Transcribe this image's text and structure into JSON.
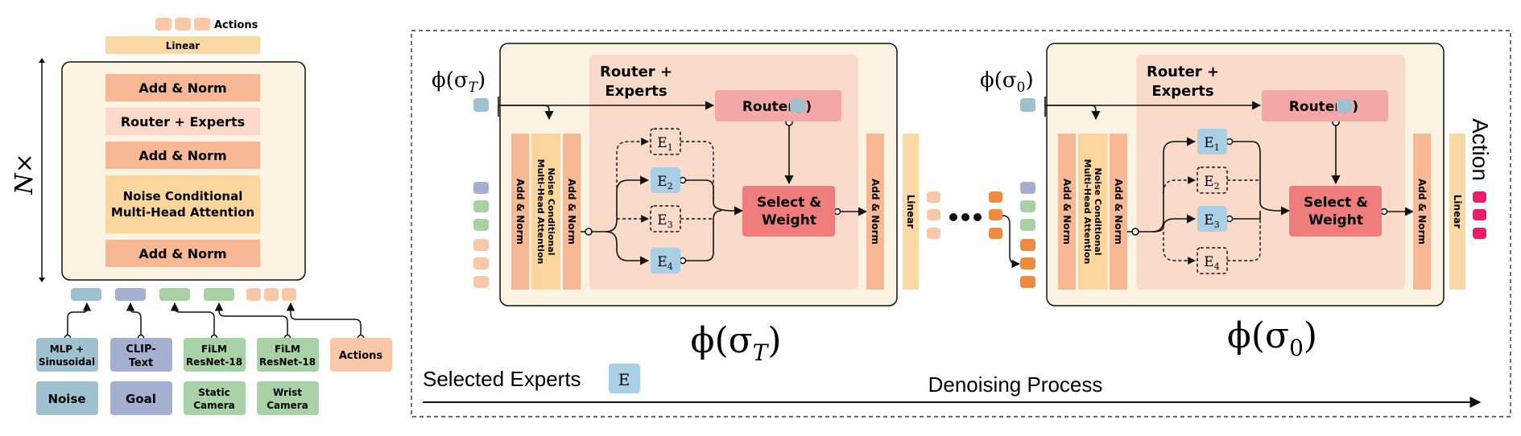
{
  "colors": {
    "linear": "#fbd9a4",
    "add_norm": "#f7b893",
    "router_experts": "#fbd8c7",
    "attention": "#fcd69c",
    "outer_panel": "#fdf3e3",
    "router_panel": "#fadbc9",
    "router_box": "#f4a7a7",
    "select_weight": "#ee7d7c",
    "expert_blue": "#a9cfe6",
    "noise_blue": "#9fc1cf",
    "goal_purple": "#a5afcf",
    "camera_green": "#a9d1a6",
    "action_peach": "#f8c8a8",
    "action_orange": "#f08a3f",
    "action_pink": "#ea1d6b"
  },
  "left": {
    "actions_label": "Actions",
    "linear_label": "Linear",
    "n_times": "N×",
    "add_norm_top": "Add & Norm",
    "router_experts": "Router + Experts",
    "add_norm_mid": "Add & Norm",
    "attention_line1": "Noise Conditional",
    "attention_line2": "Multi-Head Attention",
    "add_norm_bottom": "Add & Norm",
    "encoders": [
      {
        "line1": "MLP +",
        "line2": "Sinusoidal"
      },
      {
        "line1": "CLIP-",
        "line2": "Text"
      },
      {
        "line1": "FiLM",
        "line2": "ResNet-18"
      },
      {
        "line1": "FiLM",
        "line2": "ResNet-18"
      },
      {
        "line1": "Actions",
        "line2": ""
      }
    ],
    "inputs": [
      {
        "line1": "Noise",
        "line2": ""
      },
      {
        "line1": "Goal",
        "line2": ""
      },
      {
        "line1": "Static",
        "line2": "Camera"
      },
      {
        "line1": "Wrist",
        "line2": "Camera"
      }
    ]
  },
  "block_T": {
    "phi_label": "ϕ(σT)",
    "router_title_1": "Router +",
    "router_title_2": "Experts",
    "router_box": "Router(      )",
    "add_norm_left": "Add & Norm",
    "attention_line1": "Noise Conditional",
    "attention_line2": "Multi-Head Attention",
    "add_norm_right": "Add & Norm",
    "experts": [
      "E1",
      "E2",
      "E3",
      "E4"
    ],
    "select_line1": "Select &",
    "select_line2": "Weight",
    "add_norm_out": "Add & Norm",
    "linear": "Linear",
    "caption": "ϕ(σT)"
  },
  "block_0": {
    "phi_label": "ϕ(σ0)",
    "router_title_1": "Router +",
    "router_title_2": "Experts",
    "router_box": "Router(      )",
    "add_norm_left": "Add & Norm",
    "attention_line1": "Noise Conditional",
    "attention_line2": "Multi-Head Attention",
    "add_norm_right": "Add & Norm",
    "experts": [
      "E1",
      "E2",
      "E3",
      "E4"
    ],
    "select_line1": "Select &",
    "select_line2": "Weight",
    "add_norm_out": "Add & Norm",
    "linear": "Linear",
    "caption": "ϕ(σ0)"
  },
  "bottom": {
    "selected_experts": "Selected Experts",
    "legend_e": "E",
    "denoising": "Denoising Process"
  },
  "action_label": "Action"
}
